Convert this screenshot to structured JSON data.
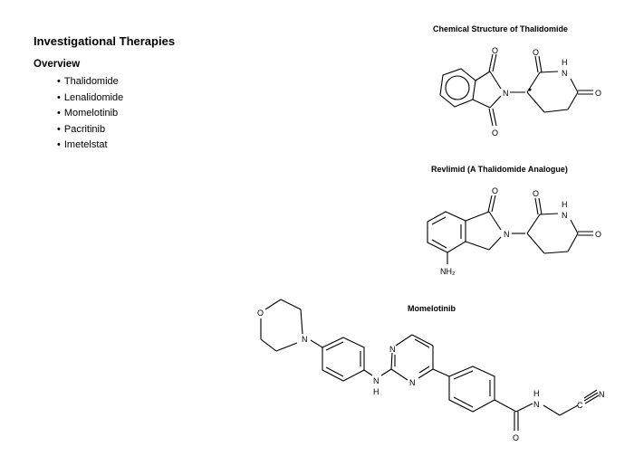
{
  "slide": {
    "title": "Investigational Therapies",
    "overview_heading": "Overview",
    "therapies": [
      "Thalidomide",
      "Lenalidomide",
      "Momelotinib",
      "Pacritinib",
      "Imetelstat"
    ]
  },
  "figures": [
    {
      "title": "Chemical Structure of Thalidomide",
      "atoms": {
        "o1": "O",
        "o2": "O",
        "o3": "O",
        "o4": "O",
        "n1": "N",
        "n2": "N",
        "h": "H"
      }
    },
    {
      "title": "Revlimid (A Thalidomide Analogue)",
      "atoms": {
        "o1": "O",
        "o2": "O",
        "o3": "O",
        "n1": "N",
        "n2": "N",
        "h": "H",
        "nh2": "NH₂"
      }
    },
    {
      "title": "Momelotinib",
      "atoms": {
        "o_morph": "O",
        "n_morph": "N",
        "nh_n": "N",
        "nh_h": "H",
        "pyr_n1": "N",
        "pyr_n2": "N",
        "amide_h": "H",
        "amide_n": "N",
        "amide_o": "O",
        "nitrile_c": "C",
        "nitrile_n": "N"
      }
    }
  ]
}
